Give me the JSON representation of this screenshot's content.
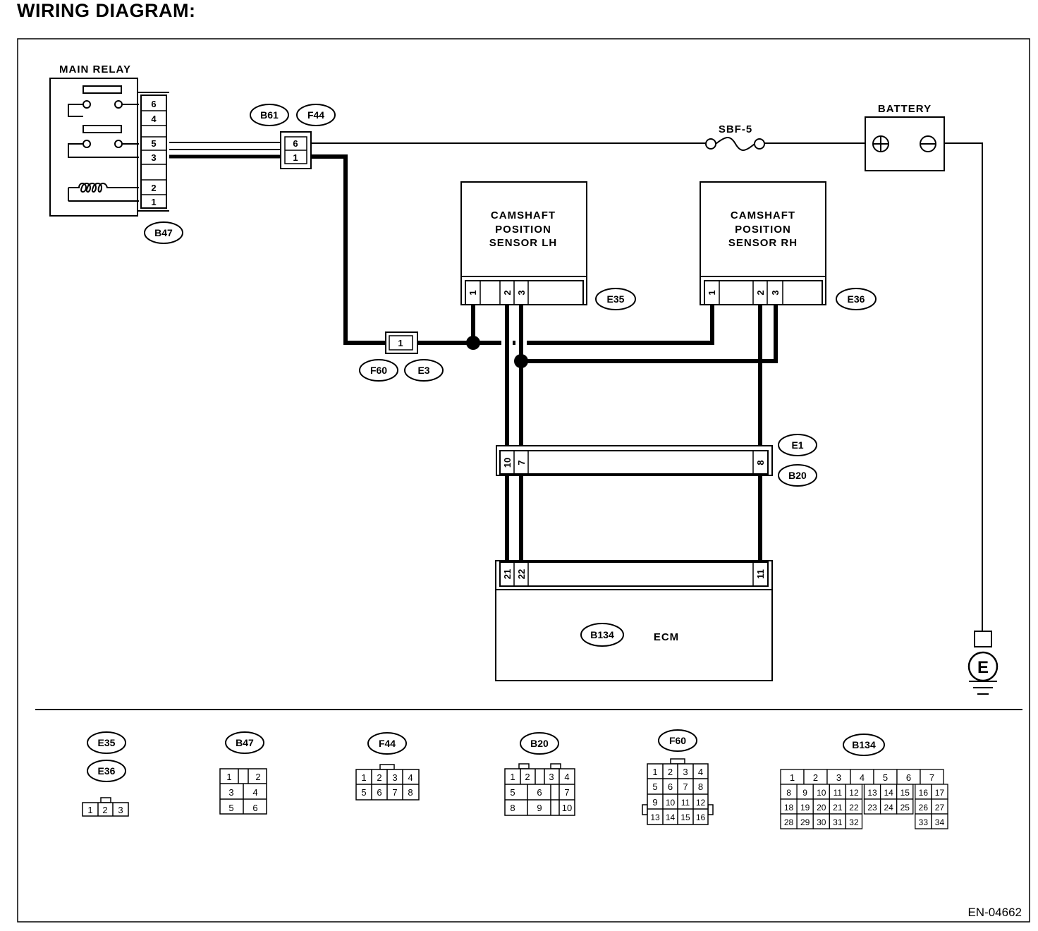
{
  "title": "WIRING DIAGRAM:",
  "figure_code": "EN-04662",
  "main_relay": {
    "label": "MAIN RELAY",
    "connector": "B47",
    "pins": [
      "6",
      "4",
      "5",
      "3",
      "2",
      "1"
    ]
  },
  "joint_connector": {
    "tags": [
      "B61",
      "F44"
    ],
    "pins": [
      "6",
      "1"
    ]
  },
  "fuse": {
    "label": "SBF-5"
  },
  "battery": {
    "label": "BATTERY"
  },
  "sensor_lh": {
    "lines": [
      "CAMSHAFT",
      "POSITION",
      "SENSOR LH"
    ],
    "connector": "E35",
    "pins": [
      "1",
      "2",
      "3"
    ]
  },
  "sensor_rh": {
    "lines": [
      "CAMSHAFT",
      "POSITION",
      "SENSOR RH"
    ],
    "connector": "E36",
    "pins": [
      "1",
      "2",
      "3"
    ]
  },
  "inline_connector": {
    "tags": [
      "F60",
      "E3"
    ],
    "pin": "1"
  },
  "harness_connector": {
    "tags": [
      "E1",
      "B20"
    ],
    "pins": [
      "10",
      "7",
      "8"
    ]
  },
  "ecm": {
    "label": "ECM",
    "connector": "B134",
    "pins": [
      "21",
      "22",
      "11"
    ]
  },
  "ground": {
    "label": "E"
  },
  "legend": {
    "e35_e36": {
      "tags": [
        "E35",
        "E36"
      ],
      "pins": [
        "1",
        "2",
        "3"
      ]
    },
    "b47": {
      "tag": "B47",
      "pins": [
        "1",
        "2",
        "3",
        "4",
        "5",
        "6"
      ]
    },
    "f44": {
      "tag": "F44",
      "pins": [
        "1",
        "2",
        "3",
        "4",
        "5",
        "6",
        "7",
        "8"
      ]
    },
    "b20": {
      "tag": "B20",
      "pins": [
        "1",
        "2",
        "3",
        "4",
        "5",
        "6",
        "7",
        "8",
        "9",
        "10"
      ]
    },
    "f60": {
      "tag": "F60",
      "pins": [
        "1",
        "2",
        "3",
        "4",
        "5",
        "6",
        "7",
        "8",
        "9",
        "10",
        "11",
        "12",
        "13",
        "14",
        "15",
        "16"
      ]
    },
    "b134": {
      "tag": "B134",
      "row1": [
        "1",
        "2",
        "3",
        "4",
        "5",
        "6",
        "7"
      ],
      "row2": [
        "8",
        "9",
        "10",
        "11",
        "12",
        "13",
        "14",
        "15",
        "16",
        "17"
      ],
      "row3": [
        "18",
        "19",
        "20",
        "21",
        "22",
        "23",
        "24",
        "25",
        "26",
        "27"
      ],
      "row4": [
        "28",
        "29",
        "30",
        "31",
        "32",
        "33",
        "34"
      ]
    }
  }
}
